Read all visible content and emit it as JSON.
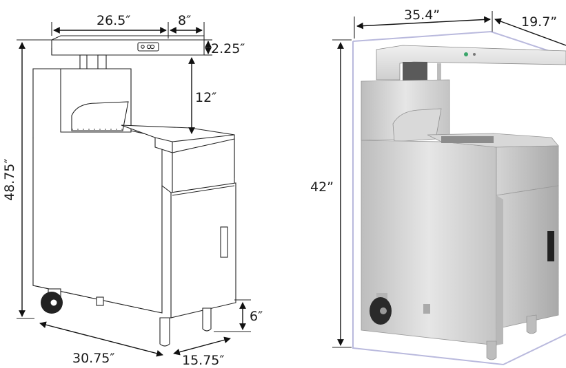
{
  "line_drawing": {
    "dims": {
      "width_top": "26.5″",
      "depth_top": "8″",
      "shelf_thickness": "2.25″",
      "shelf_clearance": "12″",
      "overall_height": "48.75″",
      "leg_height": "6″",
      "base_width": "30.75″",
      "base_depth": "15.75″"
    }
  },
  "photo": {
    "dims": {
      "width": "35.4”",
      "depth": "19.7”",
      "height": "42”"
    }
  },
  "colors": {
    "bbox_outline": "#b9b9dd",
    "steel_light": "#e4e4e4",
    "steel_mid": "#c9c9c9",
    "steel_dark": "#9c9c9c",
    "caster": "#222222",
    "indicator_green": "#3aa56a"
  }
}
